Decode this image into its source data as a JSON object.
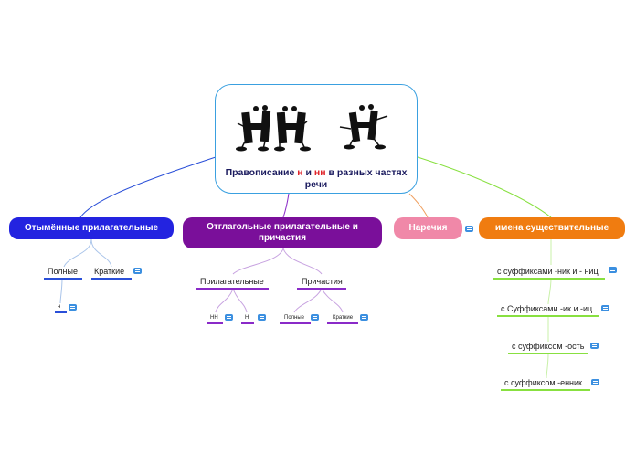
{
  "central": {
    "title_pre": "Правописание ",
    "title_n": "н",
    "title_and": " и ",
    "title_nn": "нн",
    "title_post": " в разных частях речи",
    "image": "nn-and-n-cartoon-letters"
  },
  "branches": {
    "denominal": {
      "label": "Отымённые прилагательные",
      "color": "#2323e0",
      "children": {
        "full": "Полные",
        "short": "Краткие",
        "n": "н"
      }
    },
    "verbal": {
      "label": "Отглагольные прилагательные и причастия",
      "color": "#7a0f9a",
      "adjectives": {
        "label": "Прилагательные",
        "nn": "НН",
        "n": "Н"
      },
      "participles": {
        "label": "Причастия",
        "full": "Полные",
        "short": "Краткие"
      }
    },
    "adverbs": {
      "label": "Наречия",
      "color": "#f088a8"
    },
    "nouns": {
      "label": "имена существительные",
      "color": "#f07c10",
      "items": [
        "с суффиксами -ник и - ниц",
        "с Суффиксами -ик и -иц",
        "с суффиксом -ость",
        "с суффиксом -енник"
      ]
    }
  },
  "colors": {
    "center_border": "#3aa0e0",
    "line_blue": "#2a4fd8",
    "line_purple": "#8a2ac8",
    "line_orange": "#f0a060",
    "line_green": "#88e040",
    "note_icon": "#3b8fe0"
  }
}
